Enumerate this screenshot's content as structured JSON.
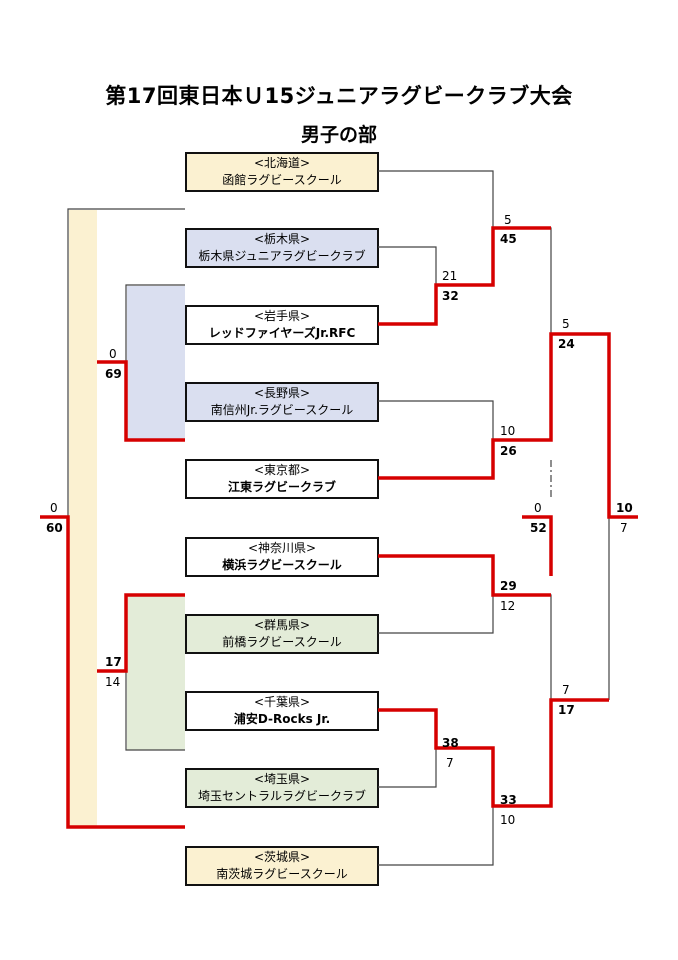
{
  "header": {
    "title": "第17回東日本Ｕ15ジュニアラグビークラブ大会",
    "subtitle": "男子の部"
  },
  "colors": {
    "winner_line": "#d60000",
    "loser_line": "#444444",
    "band_yellow": "#fbf1d1",
    "band_blue": "#dadff0",
    "band_green": "#e3ecd8",
    "box_yellow": "#fbf1d1",
    "box_blue": "#dadff0",
    "box_green": "#e3ecd8",
    "box_white": "#ffffff"
  },
  "teams": [
    {
      "prefecture": "<北海道>",
      "name": "函館ラグビースクール",
      "fill": "yellow",
      "bold": false
    },
    {
      "prefecture": "<栃木県>",
      "name": "栃木県ジュニアラグビークラブ",
      "fill": "blue",
      "bold": false
    },
    {
      "prefecture": "<岩手県>",
      "name": "レッドファイヤーズJr.RFC",
      "fill": "white",
      "bold": true
    },
    {
      "prefecture": "<長野県>",
      "name": "南信州Jr.ラグビースクール",
      "fill": "blue",
      "bold": false
    },
    {
      "prefecture": "<東京都>",
      "name": "江東ラグビークラブ",
      "fill": "white",
      "bold": true
    },
    {
      "prefecture": "<神奈川県>",
      "name": "横浜ラグビースクール",
      "fill": "white",
      "bold": true
    },
    {
      "prefecture": "<群馬県>",
      "name": "前橋ラグビースクール",
      "fill": "green",
      "bold": false
    },
    {
      "prefecture": "<千葉県>",
      "name": "浦安D-Rocks Jr.",
      "fill": "white",
      "bold": true
    },
    {
      "prefecture": "<埼玉県>",
      "name": "埼玉セントラルラグビークラブ",
      "fill": "green",
      "bold": false
    },
    {
      "prefecture": "<茨城県>",
      "name": "南茨城ラグビースクール",
      "fill": "yellow",
      "bold": false
    }
  ],
  "matches": [
    {
      "id": "tochigi-vs-iwate",
      "top_score": "21",
      "bottom_score": "32",
      "winner": "bottom"
    },
    {
      "id": "hokkaido-vs-iwate",
      "top_score": "5",
      "bottom_score": "45",
      "winner": "bottom"
    },
    {
      "id": "nagano-vs-tokyo",
      "top_score": "10",
      "bottom_score": "26",
      "winner": "bottom"
    },
    {
      "id": "iwate-vs-tokyo",
      "top_score": "5",
      "bottom_score": "24",
      "winner": "bottom"
    },
    {
      "id": "kanagawa-vs-gunma",
      "top_score": "29",
      "bottom_score": "12",
      "winner": "top"
    },
    {
      "id": "chiba-vs-saitama",
      "top_score": "38",
      "bottom_score": "7",
      "winner": "top"
    },
    {
      "id": "chiba-vs-ibaraki",
      "top_score": "33",
      "bottom_score": "10",
      "winner": "top"
    },
    {
      "id": "kanagawa-vs-chiba",
      "top_score": "7",
      "bottom_score": "17",
      "winner": "bottom"
    },
    {
      "id": "right-final",
      "top_score": "10",
      "bottom_score": "7",
      "winner": "top"
    },
    {
      "id": "tokyo-vs-kanagawa-side",
      "top_score": "0",
      "bottom_score": "52",
      "winner": "bottom"
    },
    {
      "id": "left-blue-group",
      "top_score": "0",
      "bottom_score": "69",
      "winner": "bottom"
    },
    {
      "id": "left-green-group",
      "top_score": "17",
      "bottom_score": "14",
      "winner": "top"
    },
    {
      "id": "left-final",
      "top_score": "0",
      "bottom_score": "60",
      "winner": "bottom"
    }
  ]
}
